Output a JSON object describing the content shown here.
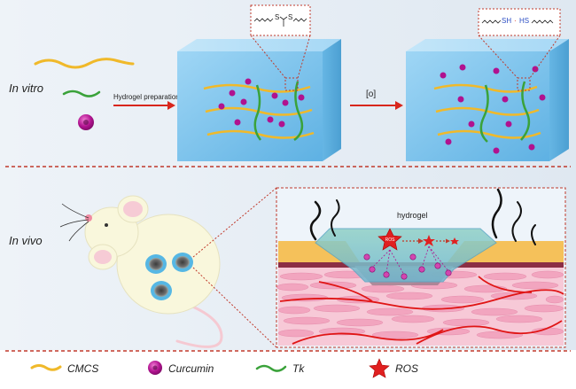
{
  "panels": {
    "in_vitro": {
      "label": "In vitro",
      "arrow1_label": "Hydrogel preparation",
      "arrow2_label": "[o]"
    },
    "in_vivo": {
      "label": "In vivo",
      "hydrogel_label": "hydrogel",
      "ros_small_label": "ROS"
    }
  },
  "inset_left": {
    "sulfur_1": "S",
    "sulfur_2": "S"
  },
  "inset_right": {
    "thiol_1": "SH",
    "thiol_2": "HS"
  },
  "legend": {
    "items": [
      {
        "label": "CMCS",
        "icon": "cmcs-wave-icon",
        "color": "#f0b92a"
      },
      {
        "label": "Curcumin",
        "icon": "curcumin-sphere-icon",
        "color": "#b0128f"
      },
      {
        "label": "Tk",
        "icon": "tk-wave-icon",
        "color": "#3aa23a"
      },
      {
        "label": "ROS",
        "icon": "ros-star-icon",
        "color": "#e02020"
      }
    ]
  },
  "colors": {
    "background_top": "#eaf0f7",
    "hydrogel_blue": "#78bfe8",
    "dashed_red": "#c0392b",
    "muscle_pink": "#f2a5bf",
    "blood_red": "#e01515"
  }
}
